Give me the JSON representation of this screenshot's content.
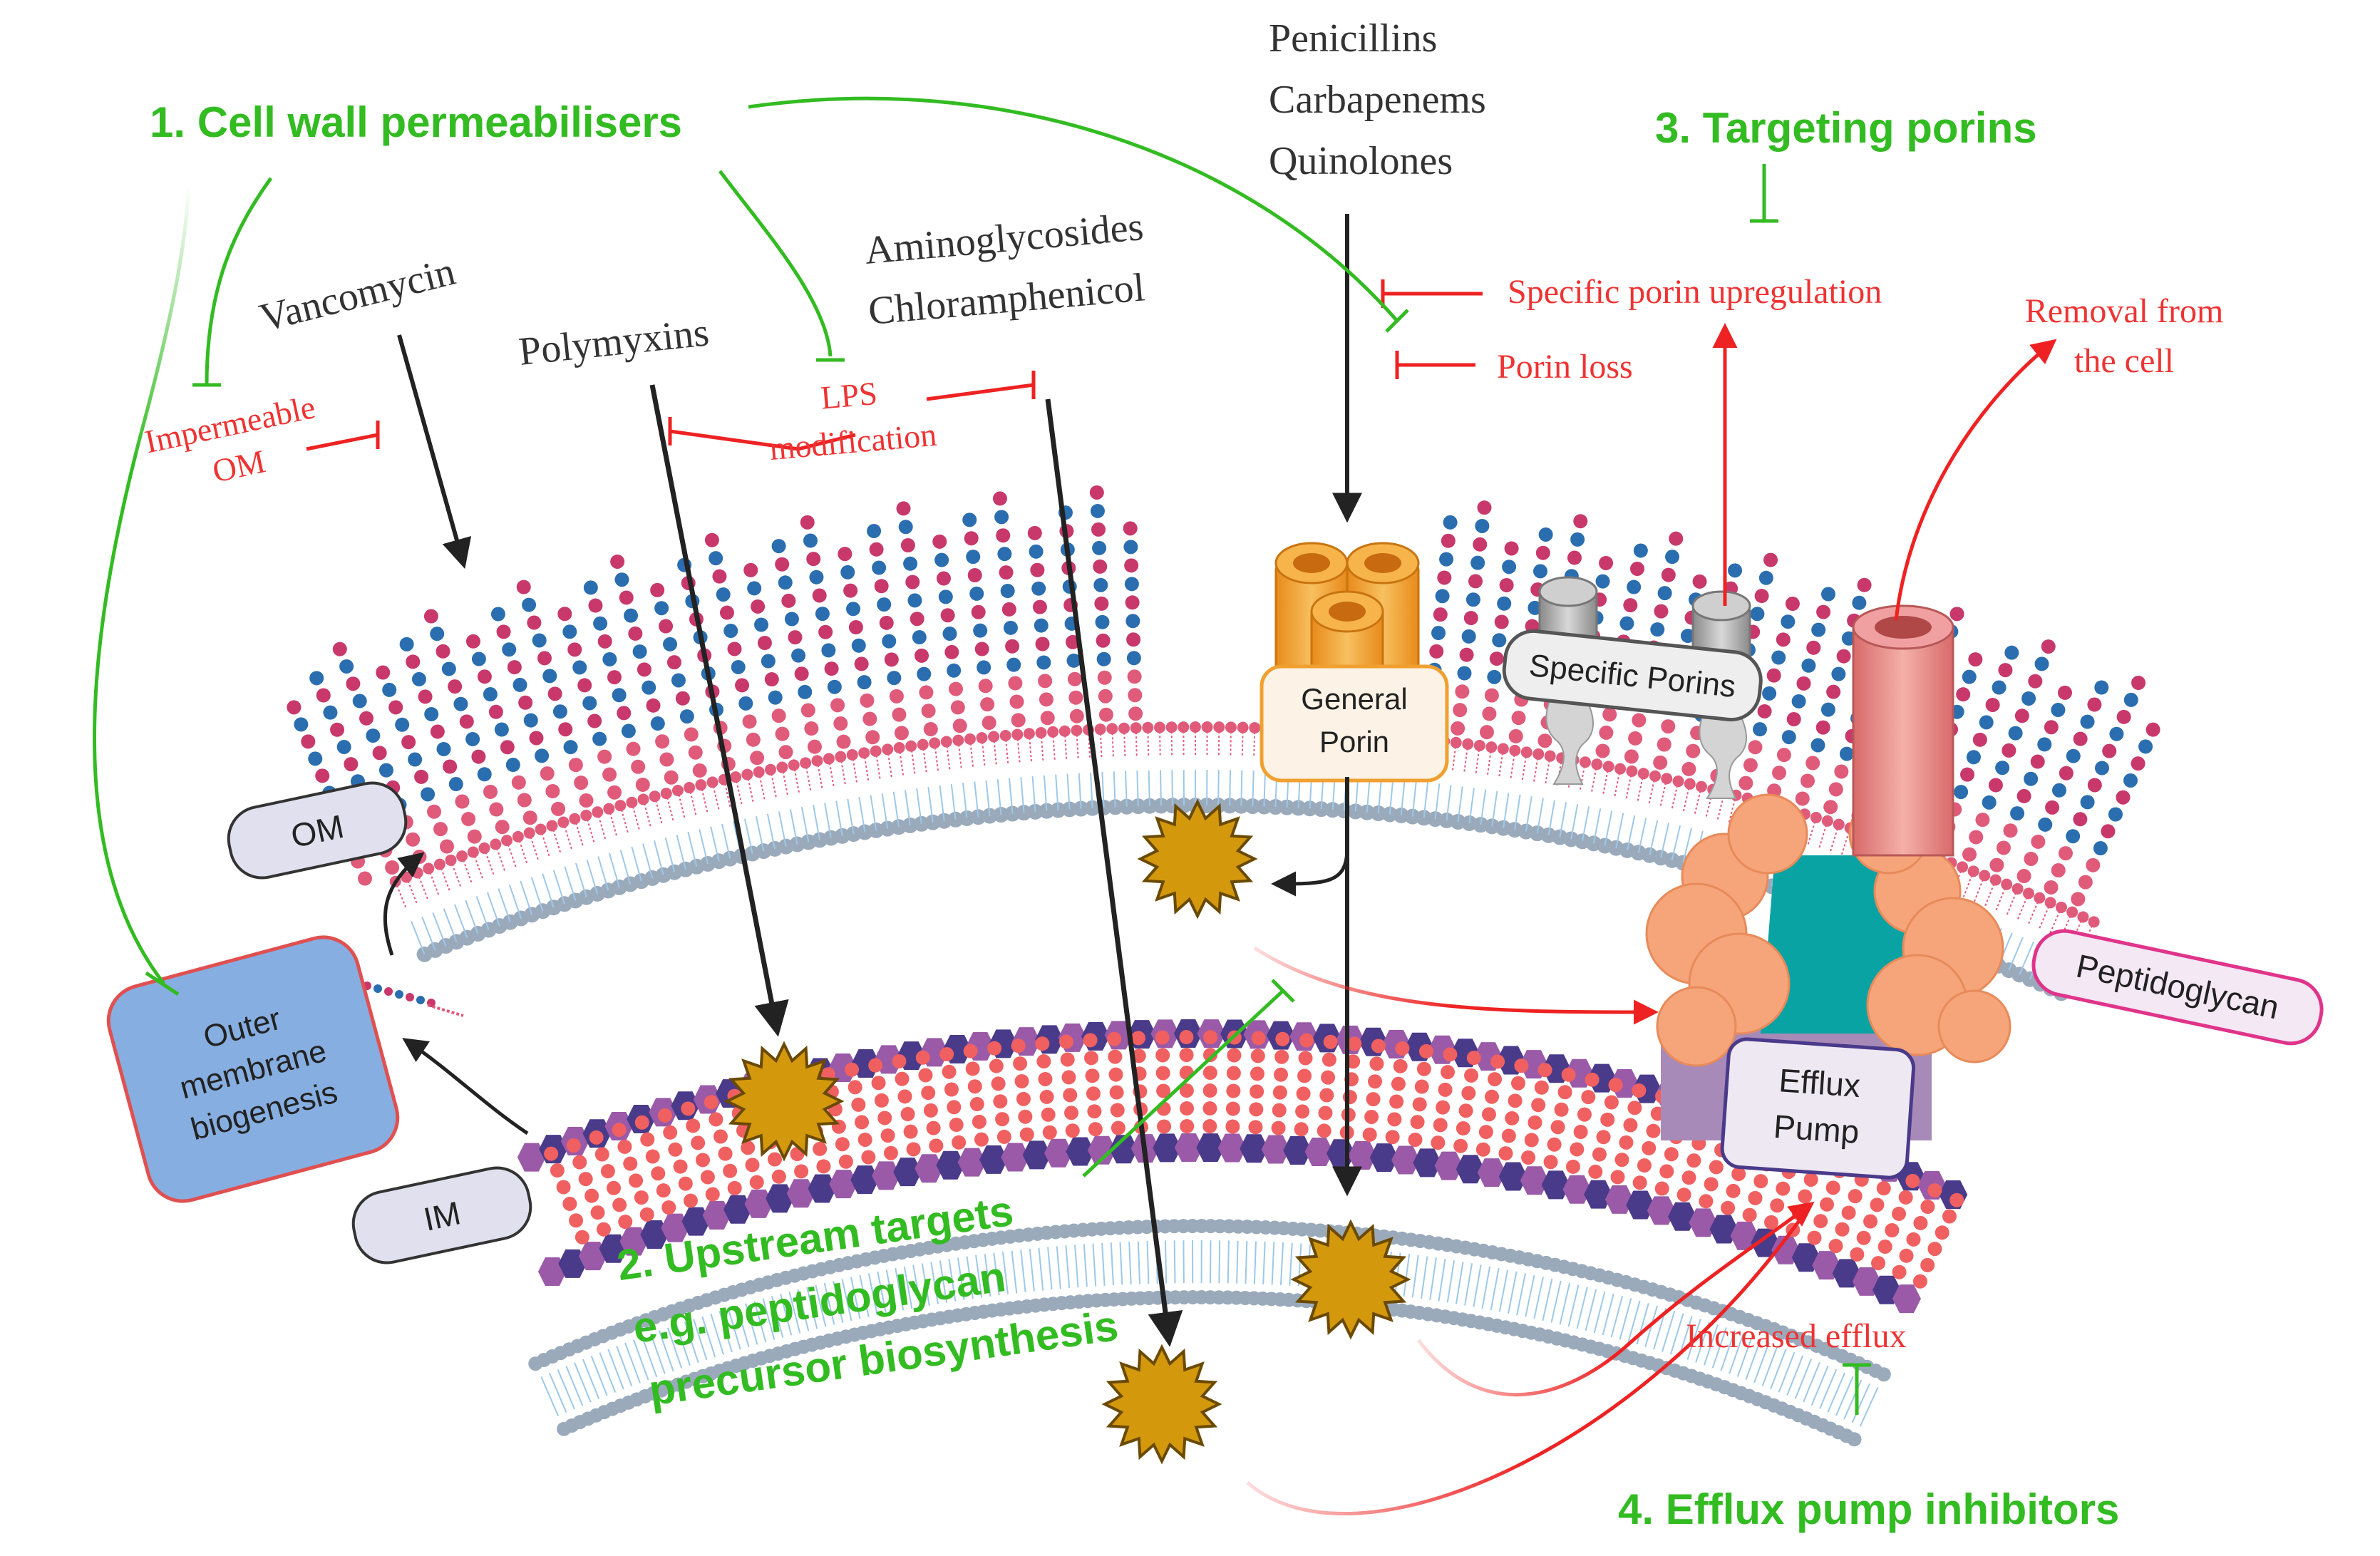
{
  "strategies": {
    "s1": "1. Cell wall permeabilisers",
    "s2_line1": "2. Upstream targets",
    "s2_line2": "e.g. peptidoglycan",
    "s2_line3": "precursor biosynthesis",
    "s3": "3. Targeting porins",
    "s4": "4. Efflux pump inhibitors"
  },
  "antibiotics": {
    "vancomycin": "Vancomycin",
    "polymyxins": "Polymyxins",
    "aminoglycosides": "Aminoglycosides",
    "chloramphenicol": "Chloramphenicol",
    "penicillins": "Penicillins",
    "carbapenems": "Carbapenems",
    "quinolones": "Quinolones"
  },
  "resistance": {
    "impermeable_line1": "Impermeable",
    "impermeable_line2": "OM",
    "lps_line1": "LPS",
    "lps_line2": "modification",
    "specific_upreg": "Specific porin upregulation",
    "porin_loss": "Porin loss",
    "removal_line1": "Removal from",
    "removal_line2": "the cell",
    "increased_efflux": "Increased efflux"
  },
  "labels": {
    "om": "OM",
    "im": "IM",
    "outer_line1": "Outer",
    "outer_line2": "membrane",
    "outer_line3": "biogenesis",
    "general_line1": "General",
    "general_line2": "Porin",
    "specific_porins": "Specific Porins",
    "peptidoglycan": "Peptidoglycan",
    "efflux_line1": "Efflux",
    "efflux_line2": "Pump"
  },
  "colors": {
    "green": "#33bb22",
    "red": "#ee3333",
    "lps_pink": "#c8386a",
    "lps_blue": "#2a6eb0",
    "membrane_head": "#9aaabb",
    "pg_purple_dark": "#4a3a8a",
    "pg_purple_light": "#9a5aa8",
    "pg_pink": "#f06060",
    "porin_orange": "#f0a030",
    "pump_pink": "#e88a8a",
    "pump_teal": "#0aa3a3",
    "pump_orange": "#f6a57a",
    "pump_purple": "#a88ab8",
    "drug_gold": "#d4980c",
    "biogenesis_blue": "#86aee0"
  },
  "icons": {
    "drug": "starburst-icon",
    "inhibit": "tee-inhibition-icon",
    "arrow": "arrow-icon"
  }
}
